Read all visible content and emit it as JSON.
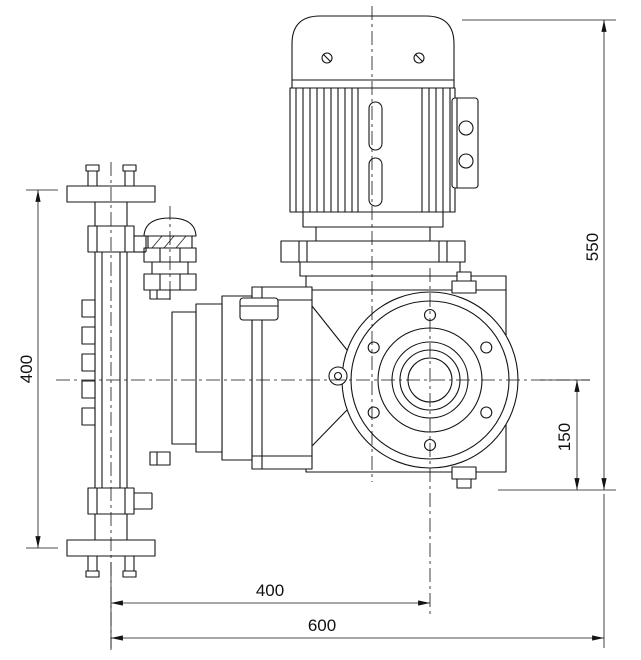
{
  "drawing": {
    "dimensions": {
      "left_height": "400",
      "overall_height": "550",
      "axis_height": "150",
      "axis_offset": "400",
      "overall_width": "600"
    },
    "colors": {
      "line": "#141414",
      "background": "#ffffff"
    }
  }
}
